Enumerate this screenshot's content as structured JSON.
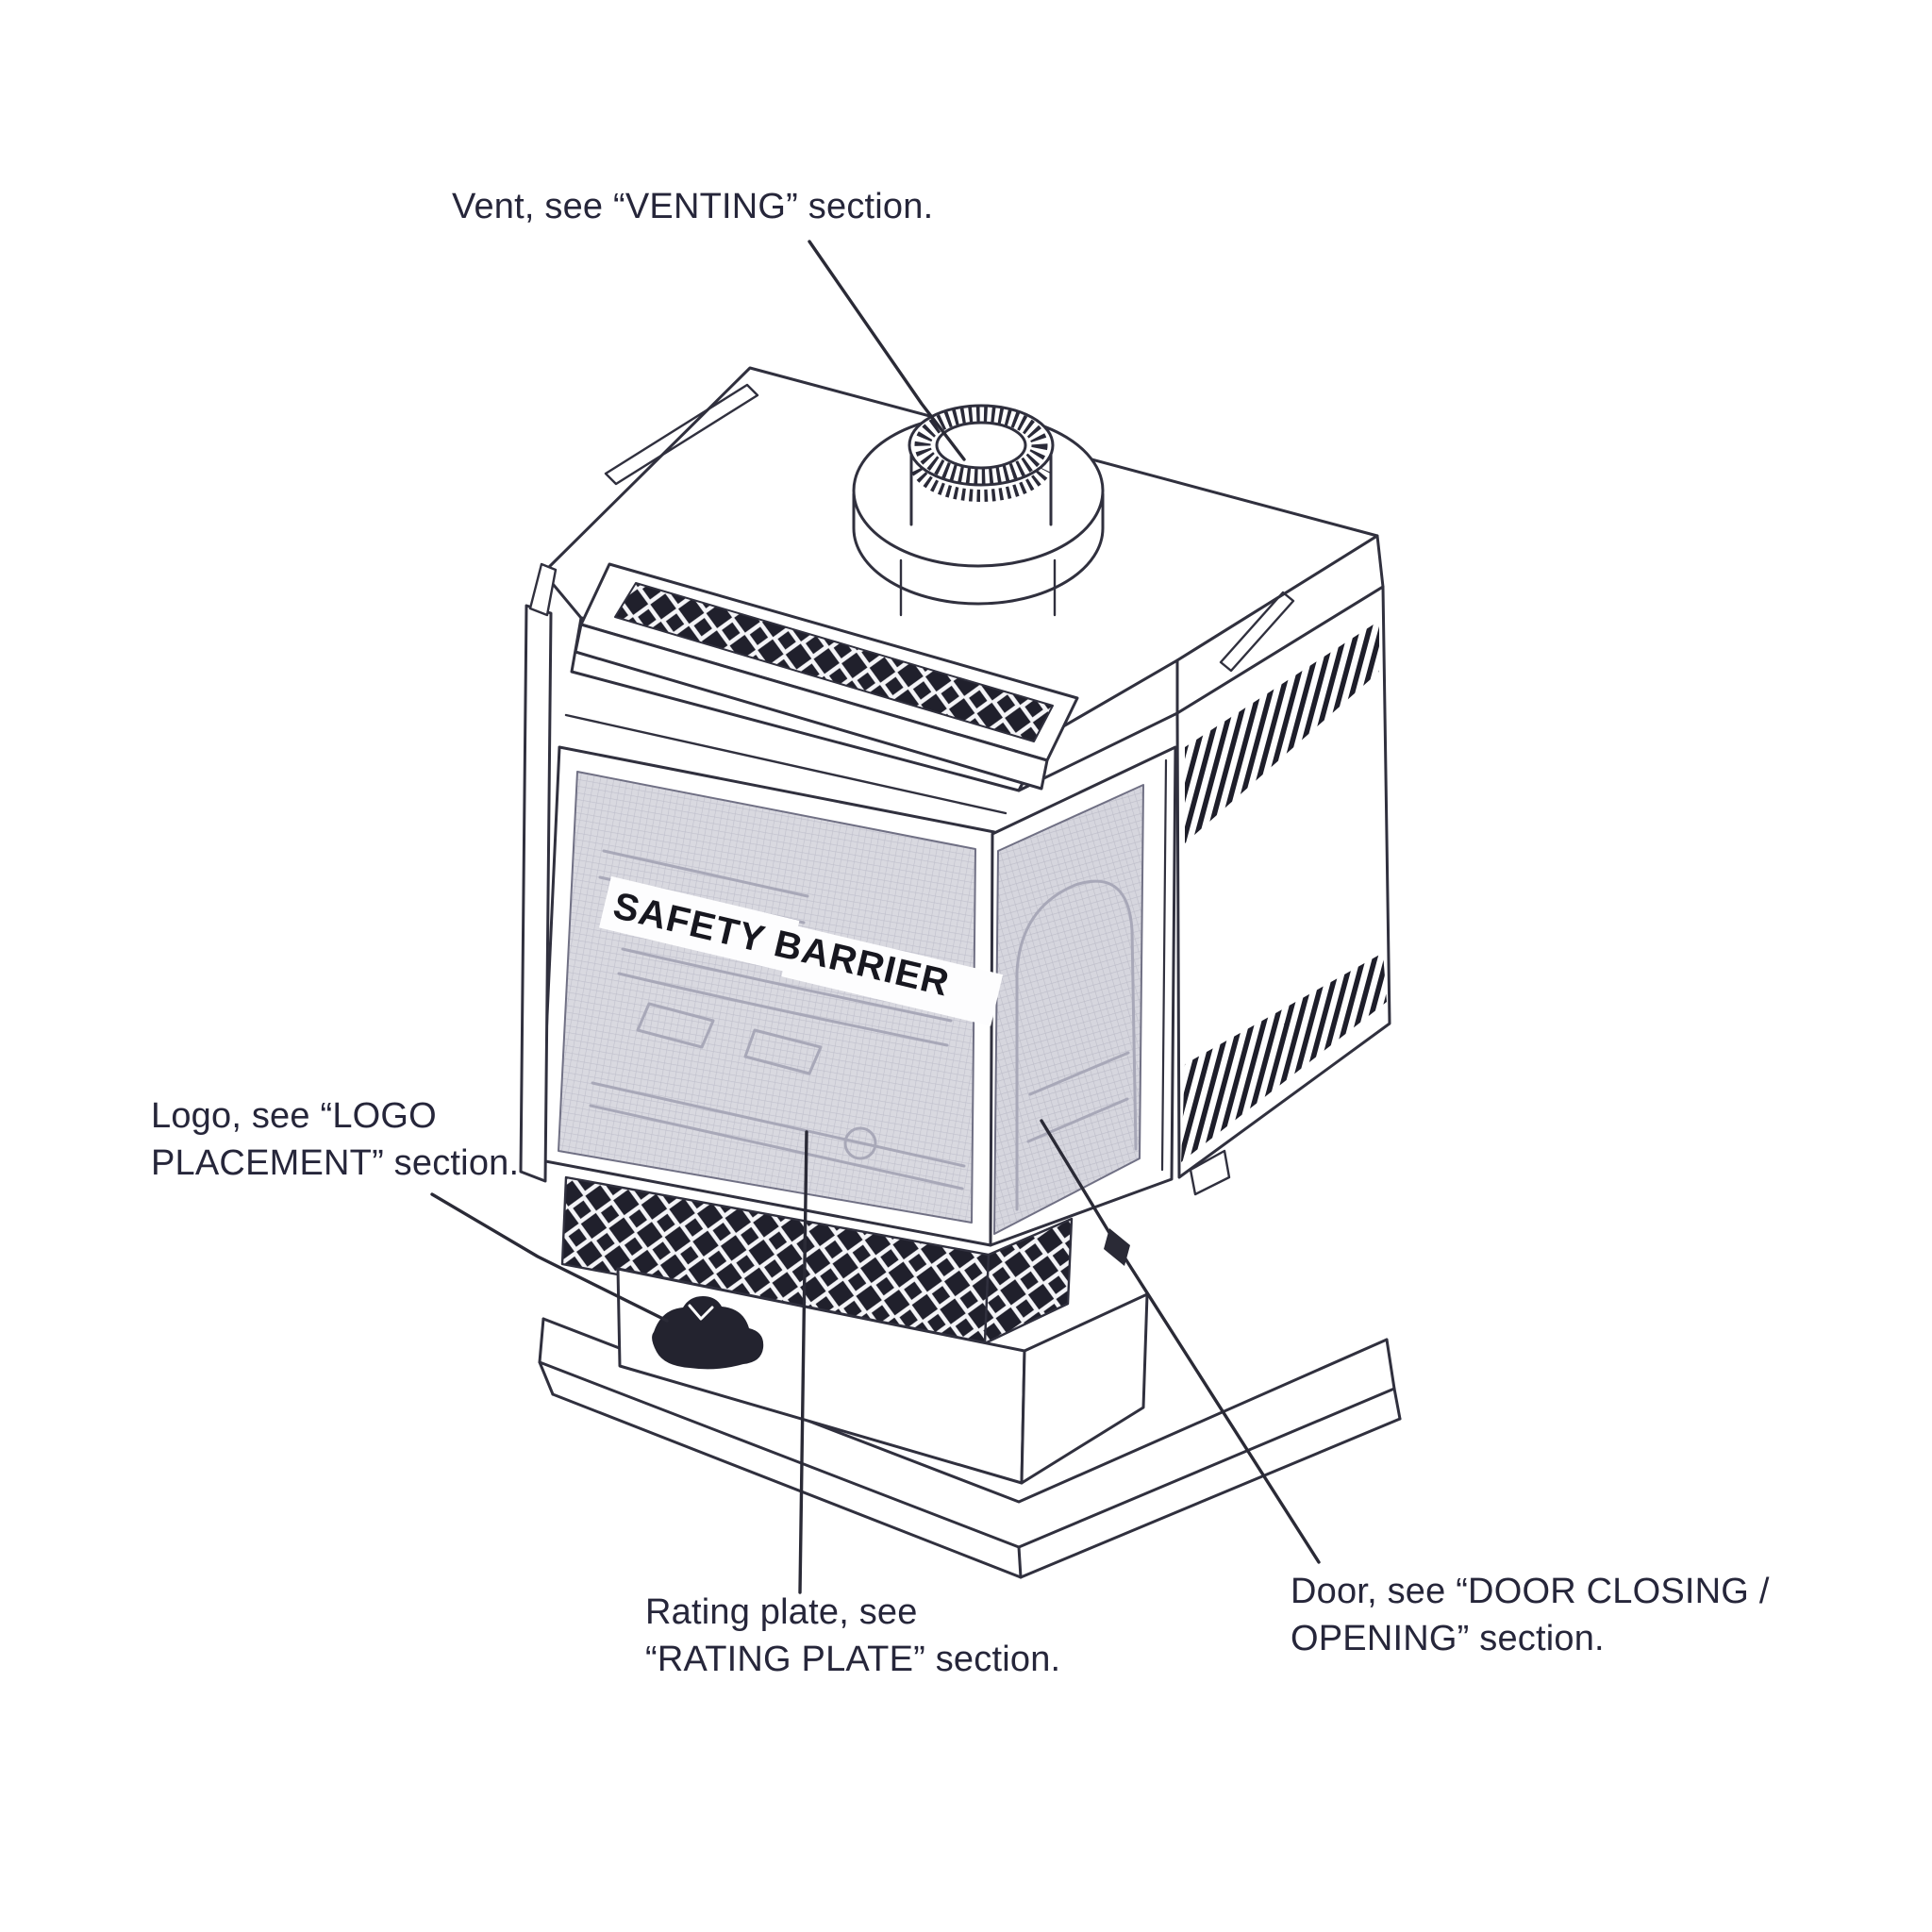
{
  "stove": {
    "safety_barrier": "SAFETY BARRIER"
  },
  "callouts": {
    "vent": {
      "label": "Vent, see “VENTING” section."
    },
    "logo": {
      "line1": "Logo, see “LOGO",
      "line2": "PLACEMENT” section."
    },
    "rating": {
      "line1": "Rating plate, see",
      "line2": "“RATING PLATE” section."
    },
    "door": {
      "line1": "Door, see “DOOR CLOSING /",
      "line2": "OPENING” section."
    }
  },
  "colors": {
    "line": "#30303e",
    "faint_line": "#a8a8b8",
    "mesh_fill": "#d9d9e0",
    "lattice_dark": "#20202c",
    "label_text": "#26263a"
  }
}
